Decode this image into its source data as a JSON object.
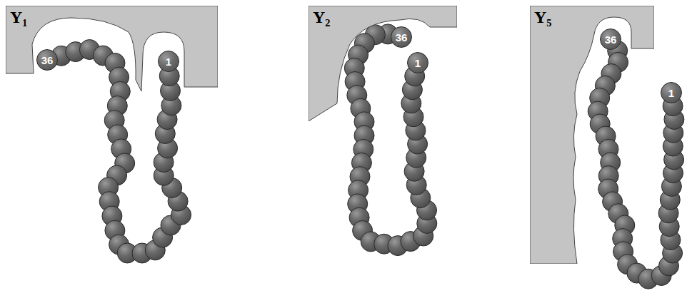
{
  "diagram": {
    "nodes": [
      {
        "text": [
          "Y₁"
        ]
      },
      {
        "text": [
          "36"
        ]
      },
      {
        "text": [
          "1"
        ]
      },
      {
        "text": [
          "Y₂"
        ]
      },
      {
        "text": [
          "36"
        ]
      },
      {
        "text": [
          "1"
        ]
      },
      {
        "text": [
          "Y₅"
        ]
      },
      {
        "text": [
          "36"
        ]
      },
      {
        "text": [
          "1"
        ]
      }
    ]
  }
}
